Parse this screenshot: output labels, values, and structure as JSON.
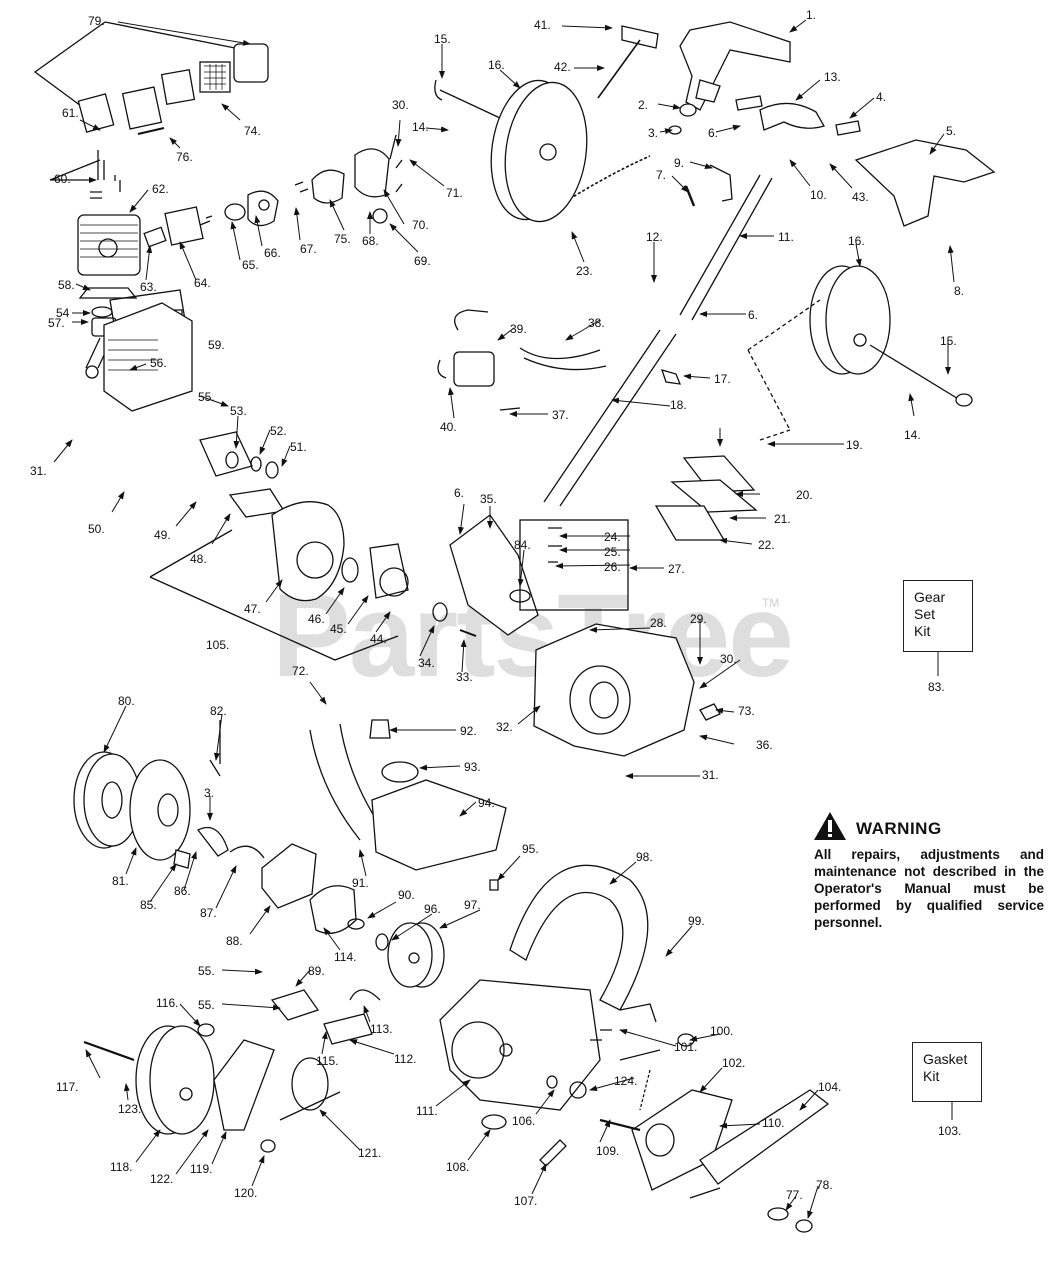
{
  "watermark": {
    "text": "PartsTree",
    "trademark": "TM"
  },
  "warning": {
    "title": "WARNING",
    "text": "All repairs, adjustments and maintenance not described in the Operator's Manual must be performed by qualified service personnel."
  },
  "kits": {
    "gear_set": {
      "lines": [
        "Gear",
        "Set",
        "Kit"
      ],
      "number": "83."
    },
    "gasket": {
      "lines": [
        "Gasket",
        "Kit"
      ],
      "number": "103."
    }
  },
  "callouts": [
    {
      "id": "c79",
      "text": "79."
    },
    {
      "id": "c61",
      "text": "61."
    },
    {
      "id": "c60",
      "text": "60."
    },
    {
      "id": "c62",
      "text": "62."
    },
    {
      "id": "c58",
      "text": "58."
    },
    {
      "id": "c54",
      "text": "54"
    },
    {
      "id": "c57",
      "text": "57."
    },
    {
      "id": "c59",
      "text": "59."
    },
    {
      "id": "c56",
      "text": "56."
    },
    {
      "id": "c74",
      "text": "74."
    },
    {
      "id": "c76",
      "text": "76."
    },
    {
      "id": "c63",
      "text": "63."
    },
    {
      "id": "c64",
      "text": "64."
    },
    {
      "id": "c65",
      "text": "65."
    },
    {
      "id": "c66",
      "text": "66."
    },
    {
      "id": "c67",
      "text": "67."
    },
    {
      "id": "c75",
      "text": "75."
    },
    {
      "id": "c68",
      "text": "68."
    },
    {
      "id": "c69",
      "text": "69."
    },
    {
      "id": "c70",
      "text": "70."
    },
    {
      "id": "c71",
      "text": "71."
    },
    {
      "id": "c30a",
      "text": "30."
    },
    {
      "id": "c14a",
      "text": "14."
    },
    {
      "id": "c15a",
      "text": "15."
    },
    {
      "id": "c16a",
      "text": "16."
    },
    {
      "id": "c41",
      "text": "41."
    },
    {
      "id": "c42",
      "text": "42."
    },
    {
      "id": "c1",
      "text": "1."
    },
    {
      "id": "c13",
      "text": "13."
    },
    {
      "id": "c2",
      "text": "2."
    },
    {
      "id": "c3a",
      "text": "3."
    },
    {
      "id": "c4",
      "text": "4."
    },
    {
      "id": "c6a",
      "text": "6."
    },
    {
      "id": "c5",
      "text": "5."
    },
    {
      "id": "c9",
      "text": "9."
    },
    {
      "id": "c7",
      "text": "7."
    },
    {
      "id": "c10",
      "text": "10."
    },
    {
      "id": "c43",
      "text": "43."
    },
    {
      "id": "c11",
      "text": "11."
    },
    {
      "id": "c16b",
      "text": "16."
    },
    {
      "id": "c8",
      "text": "8."
    },
    {
      "id": "c23",
      "text": "23."
    },
    {
      "id": "c12",
      "text": "12."
    },
    {
      "id": "c6b",
      "text": "6."
    },
    {
      "id": "c38",
      "text": "38."
    },
    {
      "id": "c39",
      "text": "39."
    },
    {
      "id": "c15b",
      "text": "15."
    },
    {
      "id": "c17",
      "text": "17."
    },
    {
      "id": "c18",
      "text": "18."
    },
    {
      "id": "c37",
      "text": "37."
    },
    {
      "id": "c40",
      "text": "40."
    },
    {
      "id": "c14b",
      "text": "14."
    },
    {
      "id": "c19",
      "text": "19."
    },
    {
      "id": "c20",
      "text": "20."
    },
    {
      "id": "c21",
      "text": "21."
    },
    {
      "id": "c22",
      "text": "22."
    },
    {
      "id": "c55a",
      "text": "55."
    },
    {
      "id": "c53",
      "text": "53."
    },
    {
      "id": "c52",
      "text": "52."
    },
    {
      "id": "c51",
      "text": "51."
    },
    {
      "id": "c31a",
      "text": "31."
    },
    {
      "id": "c50",
      "text": "50."
    },
    {
      "id": "c49",
      "text": "49."
    },
    {
      "id": "c48",
      "text": "48."
    },
    {
      "id": "c6c",
      "text": "6."
    },
    {
      "id": "c35",
      "text": "35."
    },
    {
      "id": "c24",
      "text": "24."
    },
    {
      "id": "c25",
      "text": "25."
    },
    {
      "id": "c26",
      "text": "26."
    },
    {
      "id": "c84",
      "text": "84."
    },
    {
      "id": "c27",
      "text": "27."
    },
    {
      "id": "c47",
      "text": "47."
    },
    {
      "id": "c46",
      "text": "46."
    },
    {
      "id": "c45",
      "text": "45."
    },
    {
      "id": "c44",
      "text": "44."
    },
    {
      "id": "c105",
      "text": "105."
    },
    {
      "id": "c34",
      "text": "34."
    },
    {
      "id": "c33",
      "text": "33."
    },
    {
      "id": "c28",
      "text": "28."
    },
    {
      "id": "c29",
      "text": "29."
    },
    {
      "id": "c30b",
      "text": "30."
    },
    {
      "id": "c72",
      "text": "72."
    },
    {
      "id": "c32",
      "text": "32."
    },
    {
      "id": "c73",
      "text": "73."
    },
    {
      "id": "c36",
      "text": "36."
    },
    {
      "id": "c31b",
      "text": "31."
    },
    {
      "id": "c80",
      "text": "80."
    },
    {
      "id": "c82",
      "text": "82."
    },
    {
      "id": "c92",
      "text": "92."
    },
    {
      "id": "c93",
      "text": "93."
    },
    {
      "id": "c3b",
      "text": "3."
    },
    {
      "id": "c94",
      "text": "94."
    },
    {
      "id": "c95",
      "text": "95."
    },
    {
      "id": "c98",
      "text": "98."
    },
    {
      "id": "c81",
      "text": "81."
    },
    {
      "id": "c85",
      "text": "85."
    },
    {
      "id": "c86",
      "text": "86."
    },
    {
      "id": "c87",
      "text": "87."
    },
    {
      "id": "c91",
      "text": "91."
    },
    {
      "id": "c90",
      "text": "90."
    },
    {
      "id": "c96",
      "text": "96."
    },
    {
      "id": "c97",
      "text": "97."
    },
    {
      "id": "c99",
      "text": "99."
    },
    {
      "id": "c88",
      "text": "88."
    },
    {
      "id": "c114",
      "text": "114."
    },
    {
      "id": "c89",
      "text": "89."
    },
    {
      "id": "c55b",
      "text": "55."
    },
    {
      "id": "c55c",
      "text": "55."
    },
    {
      "id": "c113",
      "text": "113."
    },
    {
      "id": "c116",
      "text": "116."
    },
    {
      "id": "c117",
      "text": "117."
    },
    {
      "id": "c123",
      "text": "123."
    },
    {
      "id": "c115",
      "text": "115."
    },
    {
      "id": "c112",
      "text": "112."
    },
    {
      "id": "c100",
      "text": "100."
    },
    {
      "id": "c101",
      "text": "101."
    },
    {
      "id": "c102",
      "text": "102."
    },
    {
      "id": "c124",
      "text": "124."
    },
    {
      "id": "c110",
      "text": "110."
    },
    {
      "id": "c104",
      "text": "104."
    },
    {
      "id": "c111",
      "text": "111."
    },
    {
      "id": "c106",
      "text": "106."
    },
    {
      "id": "c109",
      "text": "109."
    },
    {
      "id": "c118",
      "text": "118."
    },
    {
      "id": "c122",
      "text": "122."
    },
    {
      "id": "c119",
      "text": "119."
    },
    {
      "id": "c121",
      "text": "121."
    },
    {
      "id": "c120",
      "text": "120."
    },
    {
      "id": "c108",
      "text": "108."
    },
    {
      "id": "c107",
      "text": "107."
    },
    {
      "id": "c77",
      "text": "77."
    },
    {
      "id": "c78",
      "text": "78."
    }
  ]
}
